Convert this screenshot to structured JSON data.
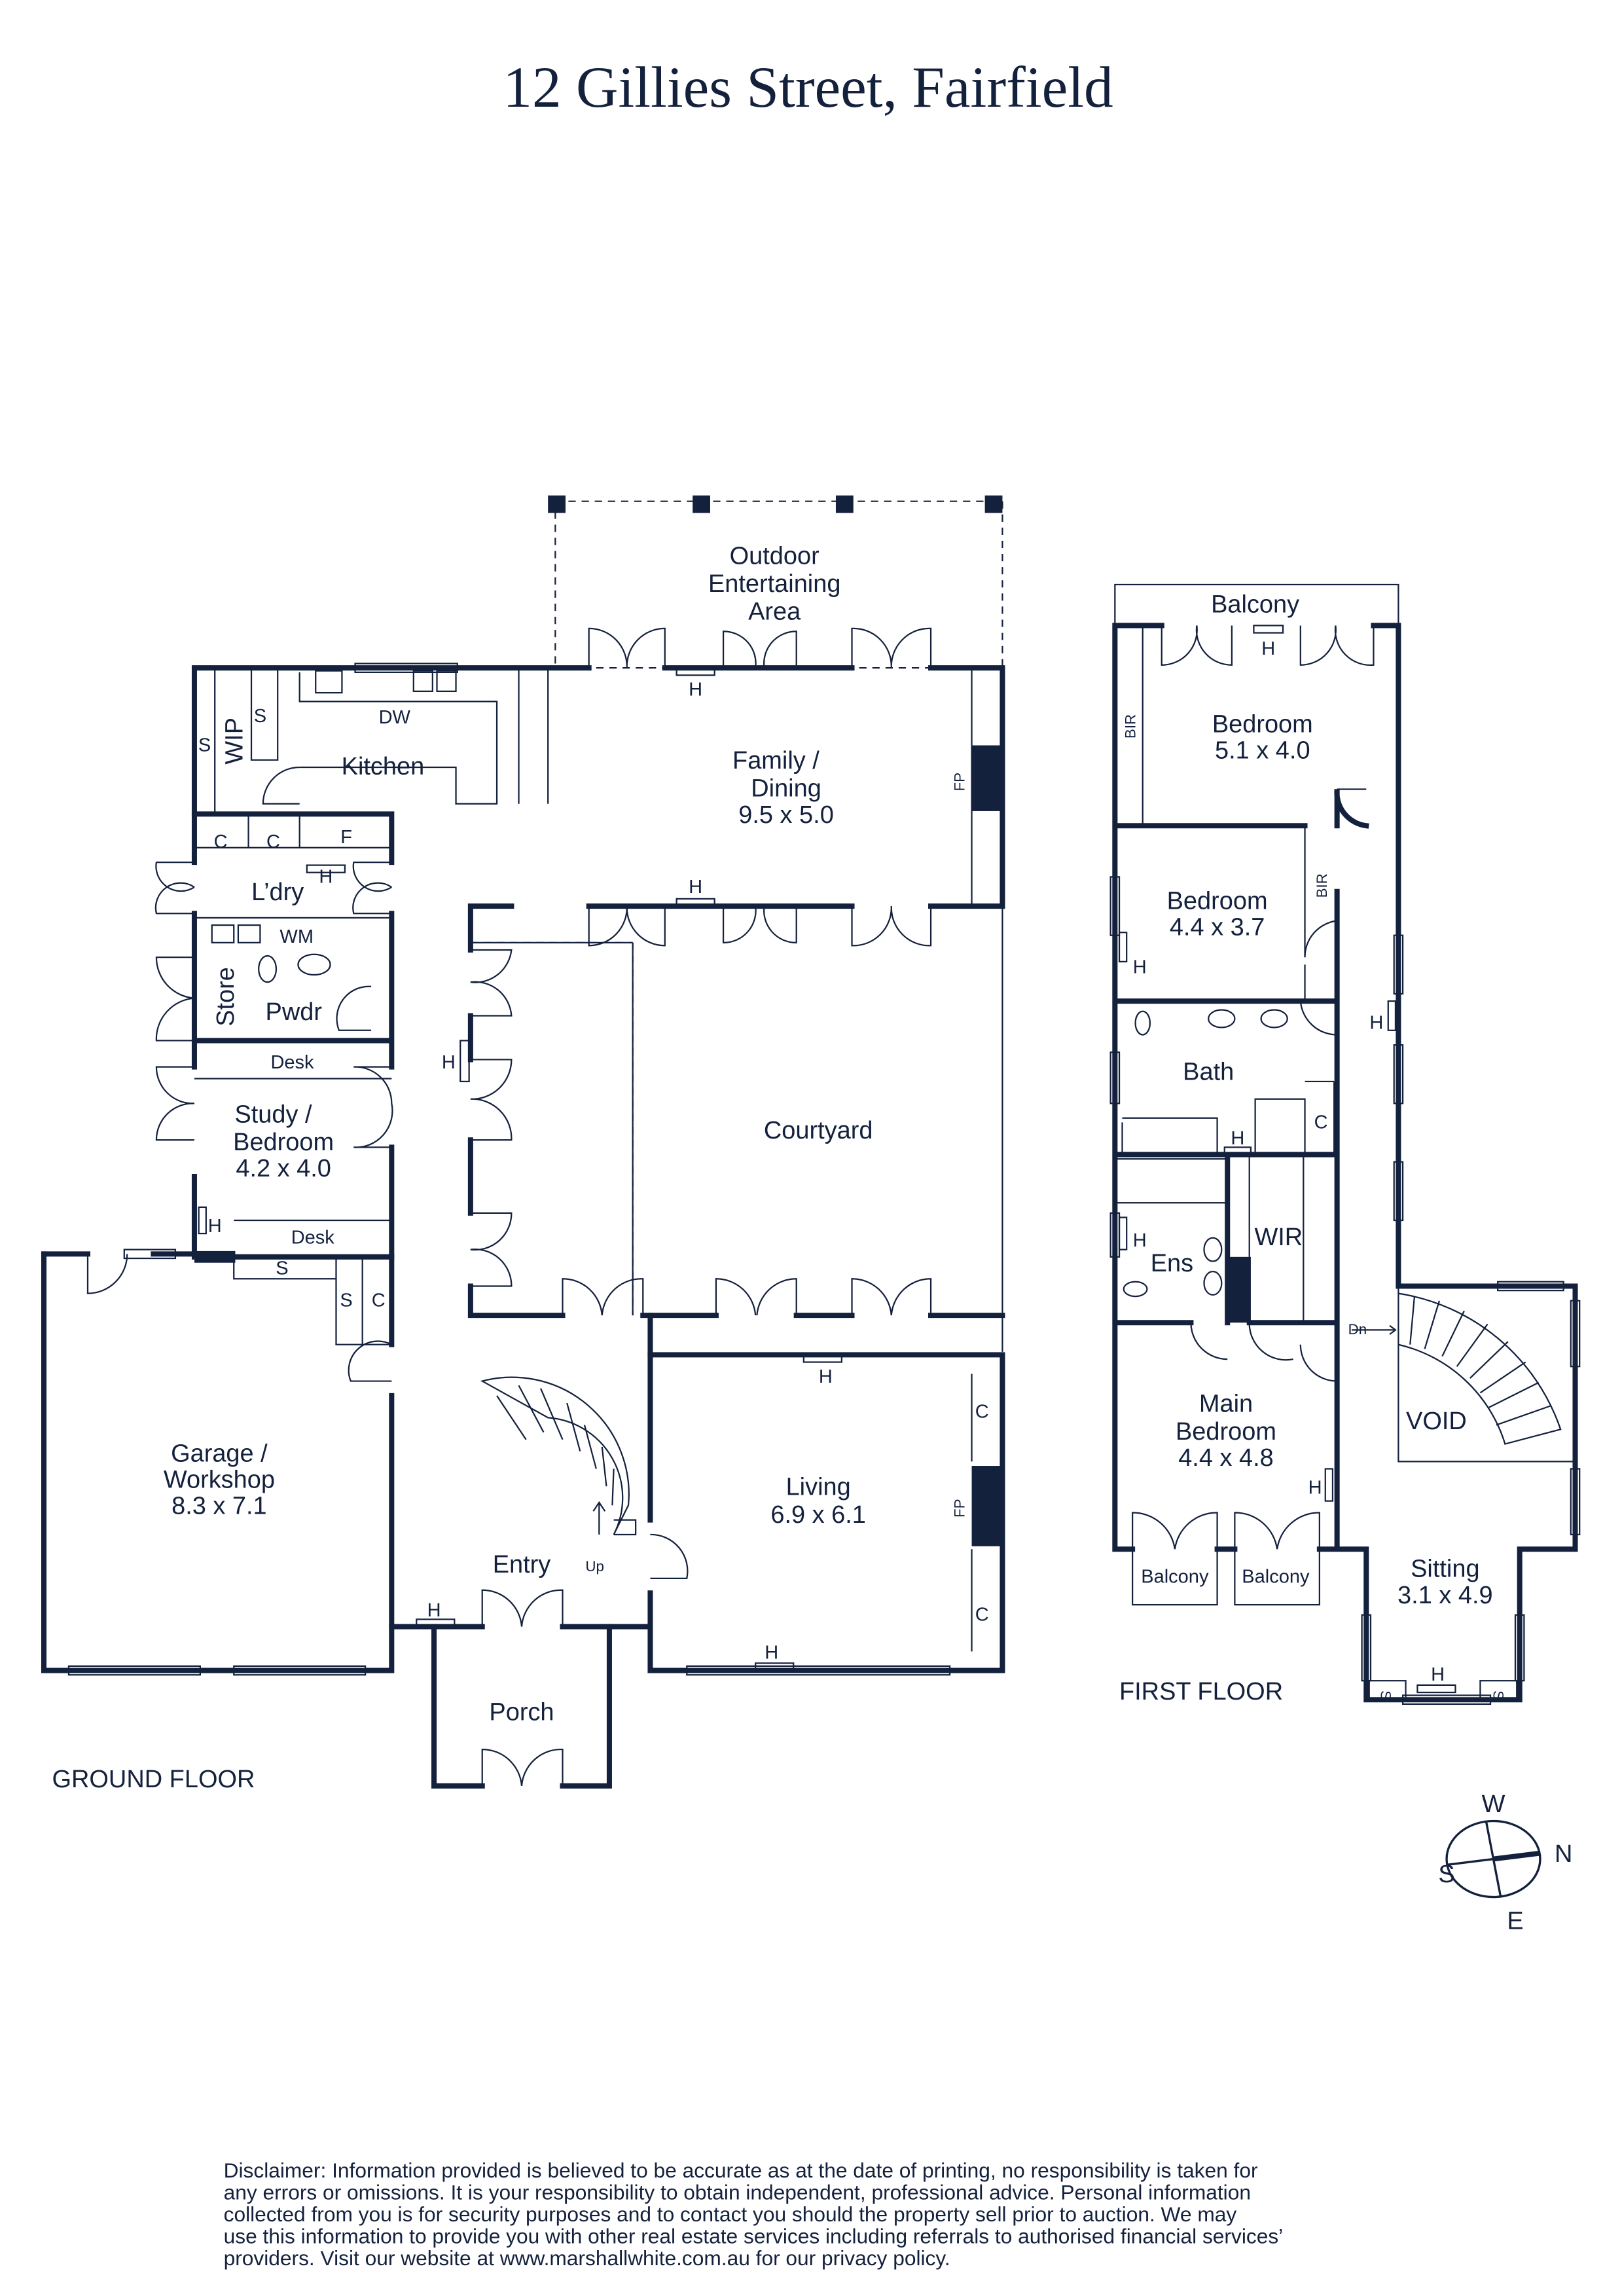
{
  "title": "12 Gillies Street, Fairfield",
  "ground_floor": {
    "label": "GROUND FLOOR",
    "rooms": {
      "outdoor": [
        "Outdoor",
        "Entertaining",
        "Area"
      ],
      "family": [
        "Family /",
        "Dining",
        "9.5 x 5.0"
      ],
      "kitchen": "Kitchen",
      "wip": "WIP",
      "laundry": "L’dry",
      "store": "Store",
      "powder": "Pwdr",
      "study": [
        "Study /",
        "Bedroom",
        "4.2 x 4.0"
      ],
      "courtyard": "Courtyard",
      "garage": [
        "Garage /",
        "Workshop",
        "8.3 x 7.1"
      ],
      "entry": "Entry",
      "living": [
        "Living",
        "6.9 x 6.1"
      ],
      "porch": "Porch"
    },
    "fixtures": {
      "dw": "DW",
      "wm": "WM",
      "f": "F",
      "c": "C",
      "s": "S",
      "h": "H",
      "fp": "FP",
      "desk": "Desk",
      "up": "Up"
    }
  },
  "first_floor": {
    "label": "FIRST FLOOR",
    "rooms": {
      "balcony": "Balcony",
      "bedroom1": [
        "Bedroom",
        "5.1 x 4.0"
      ],
      "bedroom2": [
        "Bedroom",
        "4.4 x 3.7"
      ],
      "bath": "Bath",
      "ensuite": "Ens",
      "wir": "WIR",
      "main": [
        "Main",
        "Bedroom",
        "4.4 x 4.8"
      ],
      "void": "VOID",
      "sitting": [
        "Sitting",
        "3.1 x 4.9"
      ]
    },
    "fixtures": {
      "bir": "BIR",
      "h": "H",
      "c": "C",
      "s": "S",
      "dn": "Dn"
    }
  },
  "compass": {
    "n": "N",
    "s": "S",
    "e": "E",
    "w": "W"
  },
  "disclaimer": [
    "Disclaimer: Information provided is believed to be accurate as at the date of printing, no responsibility is taken for",
    "any errors or omissions. It is your responsibility to obtain independent, professional advice. Personal information",
    "collected from you is for security purposes and to contact you should the property sell prior to auction. We may",
    "use this information to provide you with other real estate services including referrals to authorised financial services’",
    "providers. Visit our website at www.marshallwhite.com.au for our privacy policy."
  ]
}
